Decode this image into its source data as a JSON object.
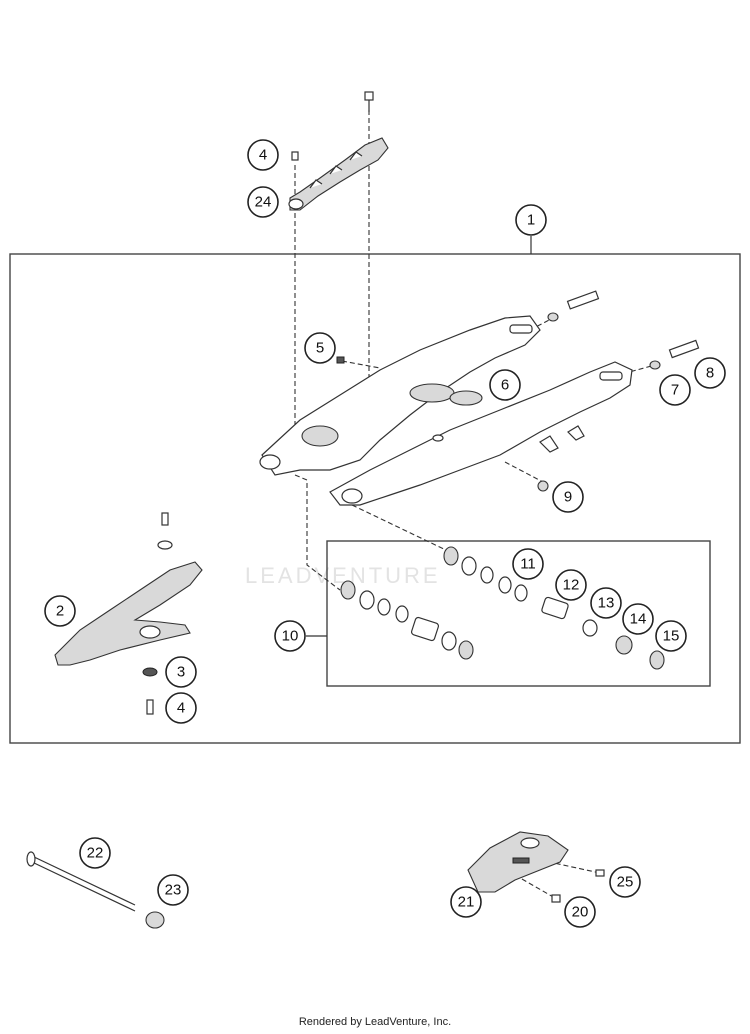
{
  "callouts": {
    "c1": "1",
    "c2": "2",
    "c3": "3",
    "c4a": "4",
    "c4b": "4",
    "c5": "5",
    "c6": "6",
    "c7": "7",
    "c8": "8",
    "c9": "9",
    "c10": "10",
    "c11": "11",
    "c12": "12",
    "c13": "13",
    "c14": "14",
    "c15": "15",
    "c20": "20",
    "c21": "21",
    "c22": "22",
    "c23": "23",
    "c24": "24",
    "c25": "25"
  },
  "watermark": "LEADVENTURE",
  "footer": "Rendered by LeadVenture, Inc."
}
